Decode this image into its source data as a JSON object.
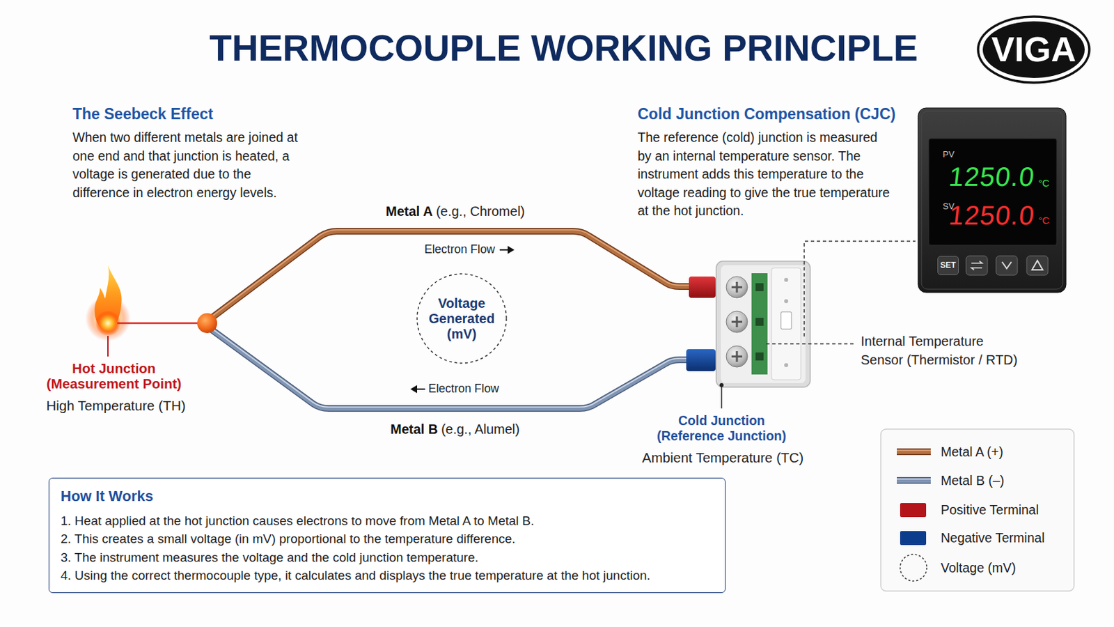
{
  "diagram": {
    "title": "THERMOCOUPLE WORKING PRINCIPLE",
    "nodes": [
      {
        "text": [
          "VIGA"
        ]
      },
      {
        "text": [
          "PV",
          "1250.0",
          "°C",
          "SV",
          "1250.0",
          "°C"
        ]
      },
      {
        "text": [
          "SET"
        ],
        "in": 1
      },
      {
        "text": [
          "Voltage Generated (mV)"
        ]
      },
      {
        "text": [
          "How It Works",
          "1. Heat applied at the hot junction causes electrons to move from Metal A to Metal B.",
          "2. This creates a small voltage (in mV) proportional to the temperature difference.",
          "3. The instrument measures the voltage and the cold junction temperature.",
          "4. Using the correct thermocouple type, it calculates and displays the true temperature at the hot junction."
        ]
      }
    ],
    "labels": [
      "The Seebeck Effect",
      "When two different metals are joined at one end and that junction is heated, a voltage is generated due to the difference in electron energy levels.",
      "Cold Junction Compensation (CJC)",
      "The reference (cold) junction is measured by an internal temperature sensor. The instrument adds this temperature to the voltage reading to give the true temperature at the hot junction.",
      "Metal A",
      "(e.g., Chromel)",
      "Electron Flow",
      "Electron Flow",
      "Hot Junction (Measurement Point)",
      "High Temperature (TH)",
      "Internal Temperature Sensor (Thermistor / RTD)",
      "Metal B",
      "(e.g., Alumel)",
      "Cold Junction (Reference Junction)",
      "Ambient Temperature (TC)"
    ],
    "legend": [
      {
        "text": "Metal A (+)"
      },
      {
        "text": "Metal B (–)"
      },
      {
        "text": "Positive Terminal",
        "color": "#b3151b"
      },
      {
        "text": "Negative Terminal",
        "color": "#0b3d8c"
      },
      {
        "text": "Voltage (mV)"
      }
    ]
  }
}
